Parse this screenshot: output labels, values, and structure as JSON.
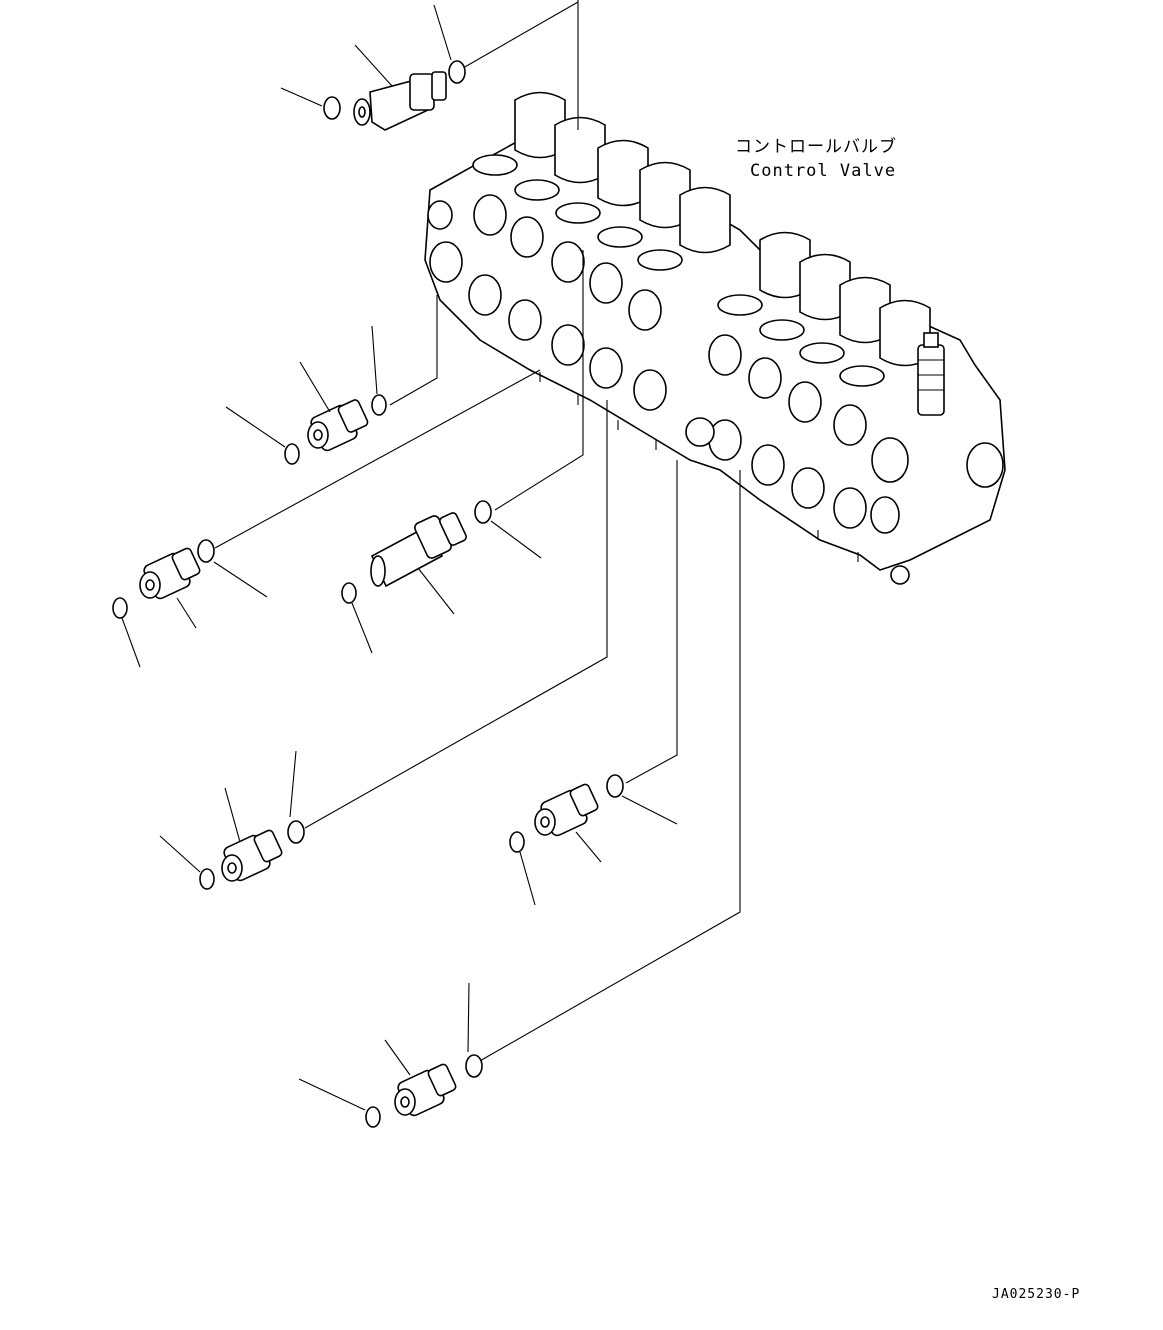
{
  "title": {
    "japanese": "コントロールバルブ",
    "english": "Control Valve"
  },
  "drawing_number": "JA025230-P",
  "colors": {
    "background": "#ffffff",
    "line": "#000000"
  }
}
